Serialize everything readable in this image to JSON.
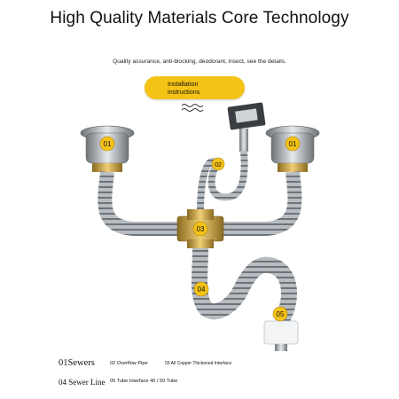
{
  "header": {
    "title": "High Quality Materials Core Technology",
    "subtitle": "Quality assurance, anti-blocking, deodorant, insect, see the details."
  },
  "badge": {
    "label_line1": "Installation",
    "label_line2": "instructions"
  },
  "callouts": [
    "01",
    "01",
    "02",
    "03",
    "04",
    "05"
  ],
  "legend": {
    "item1": "01Sewers",
    "item2": "02 Overflow Pipe",
    "item3": "03 All Copper Thickened Interface",
    "item4": "04 Sewer Line",
    "item5": "05 Tube Interface 40 / 50 Tube"
  },
  "colors": {
    "accent_yellow": "#f5c316",
    "brass": "#c9a24a",
    "steel": "#9aa0a6"
  }
}
